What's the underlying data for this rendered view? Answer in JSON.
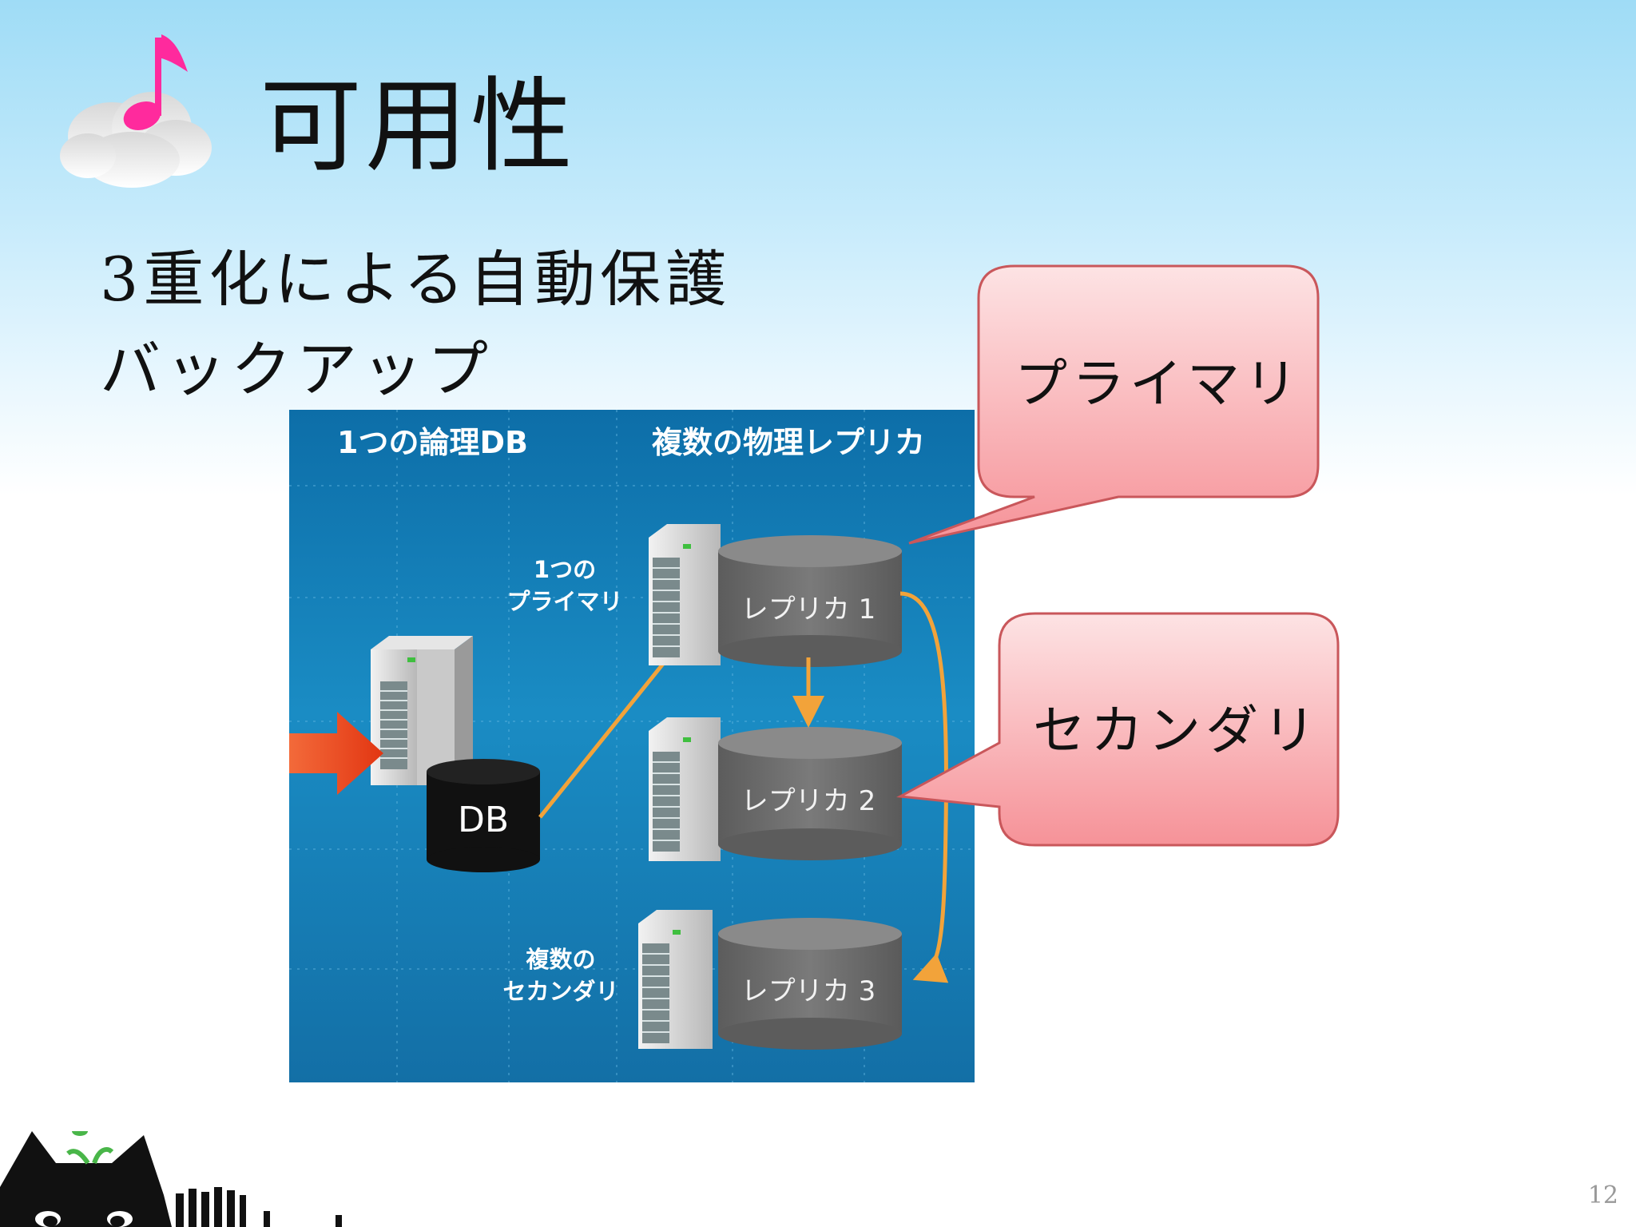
{
  "slide": {
    "title": "可用性",
    "bullets": [
      "3重化による自動保護",
      "バックアップ"
    ],
    "page_number": "12"
  },
  "diagram": {
    "header_left": "1つの論理DB",
    "header_right": "複数の物理レプリカ",
    "primary_label_line1": "1つの",
    "primary_label_line2": "プライマリ",
    "secondary_label_line1": "複数の",
    "secondary_label_line2": "セカンダリ",
    "db_label": "DB",
    "replicas": [
      "レプリカ 1",
      "レプリカ 2",
      "レプリカ 3"
    ]
  },
  "callouts": {
    "primary": "プライマリ",
    "secondary": "セカンダリ"
  },
  "colors": {
    "diagram_background": "#1a8cc4",
    "callout_fill": "#f7a1a6",
    "callout_border": "#c0504d",
    "arrow_orange": "#f2a33a",
    "input_arrow_red": "#e8401c",
    "note_pink": "#ff2aa0"
  },
  "icons": [
    "music-note-cloud-icon",
    "black-cat-sprout-icon",
    "server-icon",
    "database-cylinder-icon"
  ]
}
